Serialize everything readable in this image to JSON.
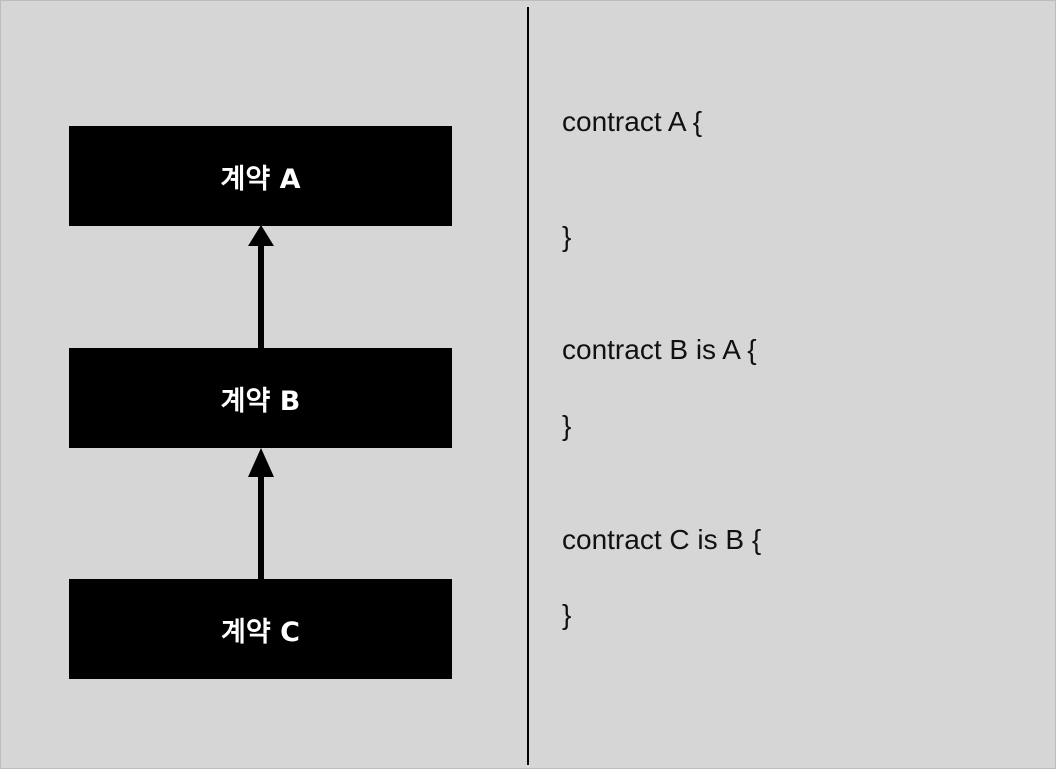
{
  "diagram": {
    "boxes": [
      {
        "id": "A",
        "label": "계약 A"
      },
      {
        "id": "B",
        "label": "계약 B"
      },
      {
        "id": "C",
        "label": "계약 C"
      }
    ],
    "edges": [
      {
        "from": "B",
        "to": "A"
      },
      {
        "from": "C",
        "to": "B"
      }
    ],
    "colors": {
      "background": "#d6d6d6",
      "box": "#000000",
      "box_text": "#ffffff",
      "arrow": "#000000"
    }
  },
  "code": {
    "lines": [
      "contract A {",
      "}",
      "contract B is A {",
      "}",
      "contract C is B {",
      "}"
    ]
  }
}
